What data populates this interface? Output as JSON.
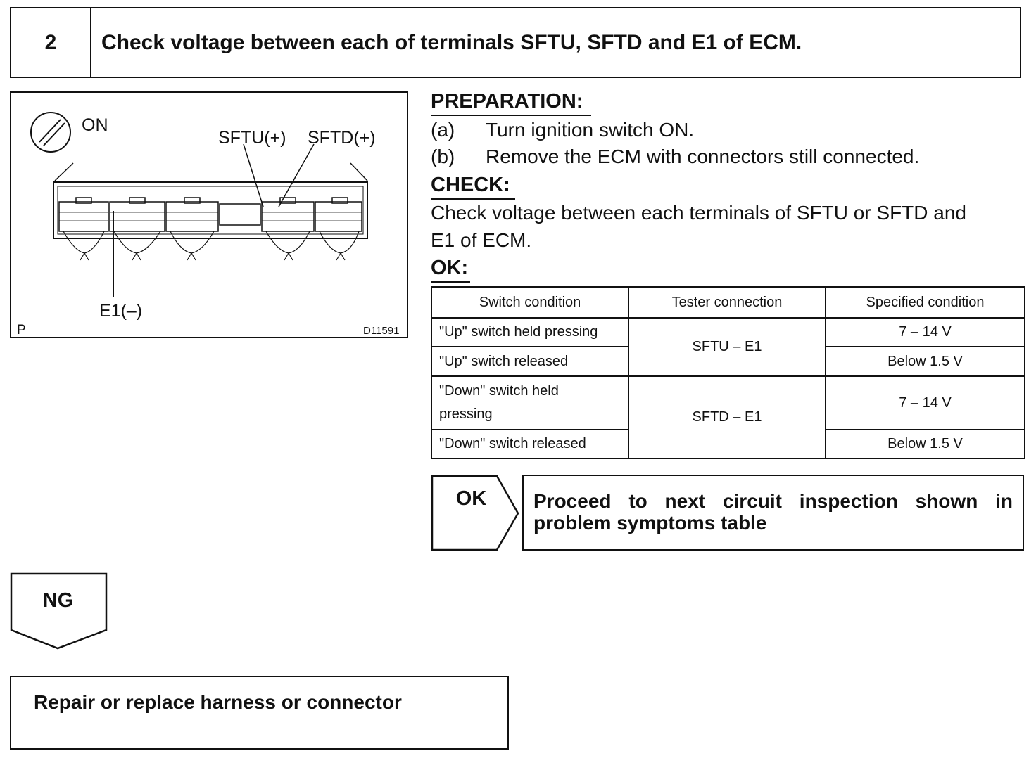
{
  "step": {
    "number": "2",
    "title": "Check voltage between each of terminals SFTU, SFTD and E1 of ECM."
  },
  "figure": {
    "ignition_label": "ON",
    "terminal_sftu": "SFTU(+)",
    "terminal_sftd": "SFTD(+)",
    "terminal_e1": "E1(–)",
    "corner_mark": "P",
    "figure_code": "D11591",
    "icons": [
      "ignition-switch-icon",
      "ecm-connector-icon"
    ]
  },
  "preparation": {
    "heading": "PREPARATION:",
    "steps": [
      {
        "marker": "(a)",
        "text": "Turn ignition switch ON."
      },
      {
        "marker": "(b)",
        "text": "Remove the ECM with connectors still connected."
      }
    ]
  },
  "check": {
    "heading": "CHECK:",
    "lines": [
      "Check voltage between each terminals of SFTU or SFTD and",
      "E1 of ECM."
    ]
  },
  "ok_section": {
    "heading": "OK:"
  },
  "spec_table": {
    "headers": [
      "Switch condition",
      "Tester connection",
      "Specified condition"
    ],
    "rows": [
      {
        "switch": "\"Up\" switch held pressing",
        "tester": "SFTU – E1",
        "spec": "7 – 14 V"
      },
      {
        "switch": "\"Up\" switch released",
        "tester": "SFTU – E1",
        "spec": "Below 1.5 V"
      },
      {
        "switch": "\"Down\" switch held pressing",
        "switch_line1": "\"Down\" switch held",
        "switch_line2": "pressing",
        "tester": "SFTD – E1",
        "spec": "7 – 14 V"
      },
      {
        "switch": "\"Down\" switch released",
        "tester": "SFTD – E1",
        "spec": "Below 1.5 V"
      }
    ]
  },
  "ok_result": {
    "label": "OK",
    "text": "Proceed to next circuit inspection shown in problem symptoms table"
  },
  "ng_result": {
    "label": "NG",
    "text": "Repair or replace harness or connector"
  }
}
